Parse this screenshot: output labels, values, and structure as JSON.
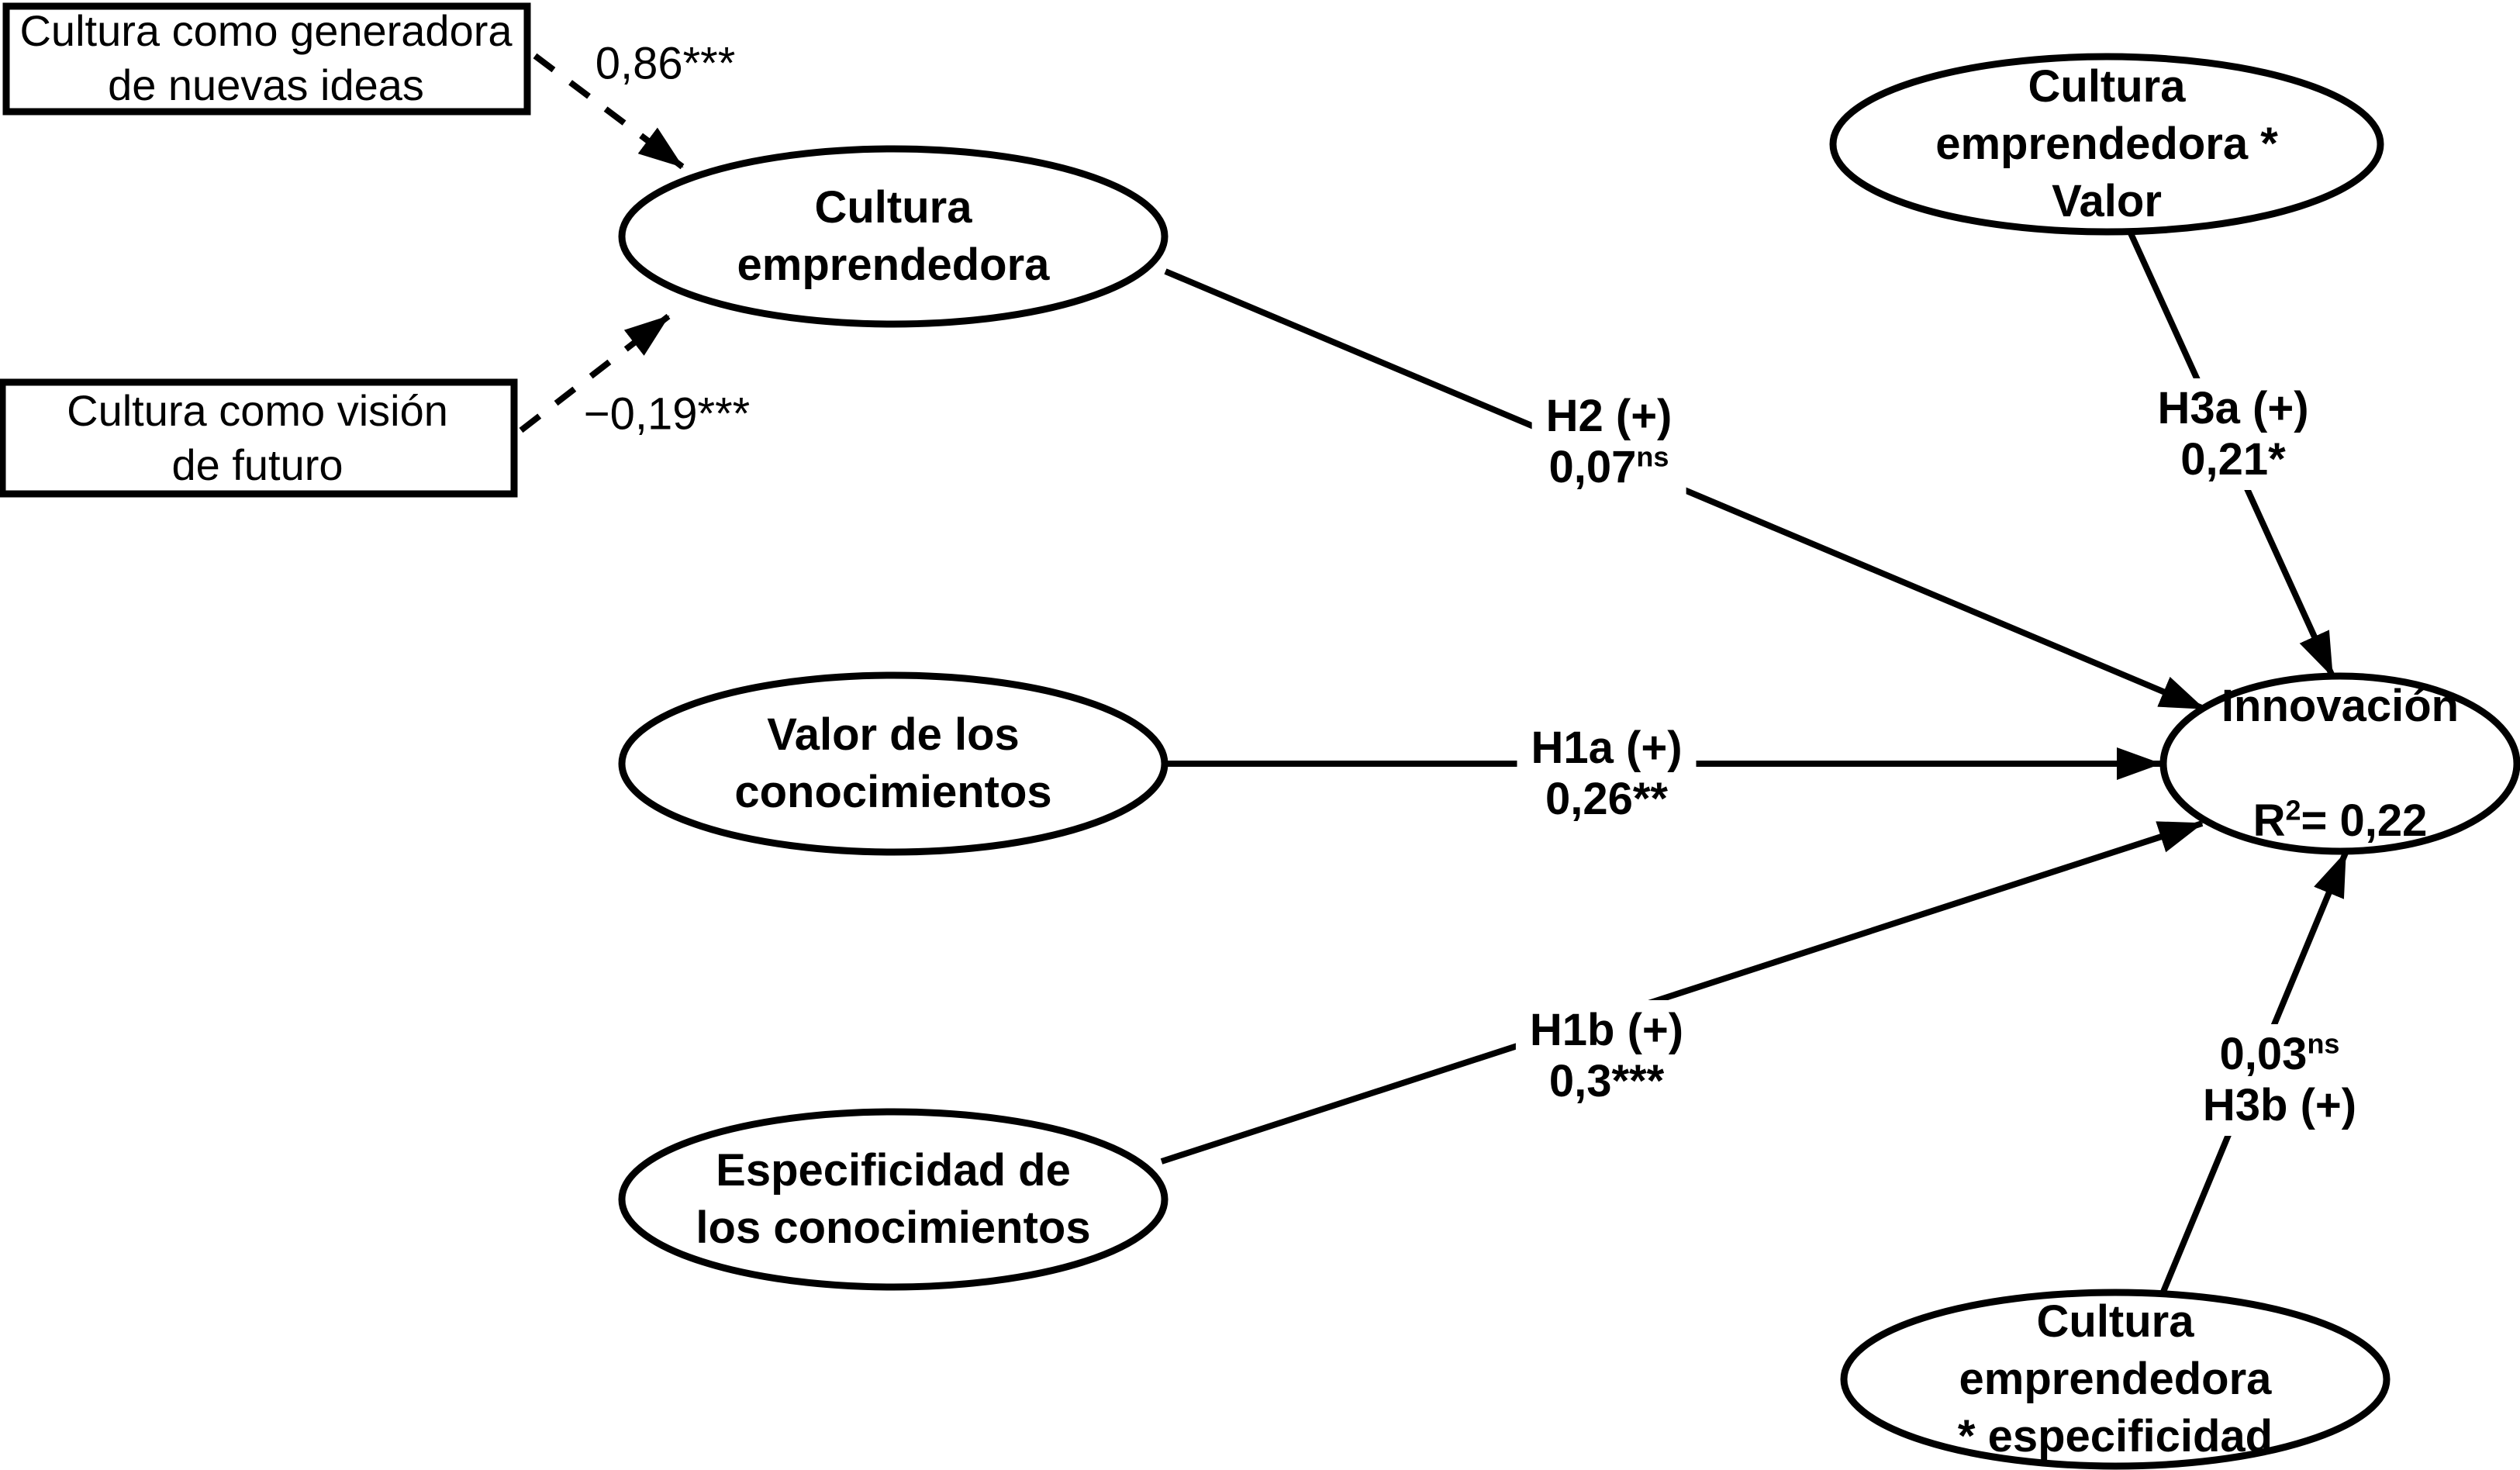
{
  "colors": {
    "ink": "#000000",
    "background": "#ffffff"
  },
  "nodes": {
    "generadora": {
      "label": "Cultura como generadora\nde nuevas ideas"
    },
    "vision": {
      "label": "Cultura como visión\nde futuro"
    },
    "cultura": {
      "label": "Cultura\nemprendedora"
    },
    "valor": {
      "label": "Valor de los\nconocimientos"
    },
    "especificidad": {
      "label": "Especificidad de\nlos conocimientos"
    },
    "cultura_valor": {
      "label": "Cultura\nemprendedora * Valor"
    },
    "cultura_especificidad": {
      "label": "Cultura emprendedora\n* especificidad"
    },
    "innovacion": {
      "title": "Innovación",
      "r": "R",
      "r_sup": "2",
      "r_rest": "= 0,22"
    }
  },
  "edges": {
    "carga_generadora": {
      "value": "0,86***"
    },
    "carga_vision": {
      "value": "−0,19***"
    },
    "h2": {
      "hypothesis": "H2 (+)",
      "value": "0,07",
      "sig": "ns"
    },
    "h1a": {
      "hypothesis": "H1a (+)",
      "value": "0,26**",
      "sig": ""
    },
    "h1b": {
      "hypothesis": "H1b (+)",
      "value": "0,3***",
      "sig": ""
    },
    "h3a": {
      "hypothesis": "H3a (+)",
      "value": "0,21*",
      "sig": ""
    },
    "h3b": {
      "hypothesis": "H3b (+)",
      "value": "0,03",
      "sig": "ns"
    }
  }
}
